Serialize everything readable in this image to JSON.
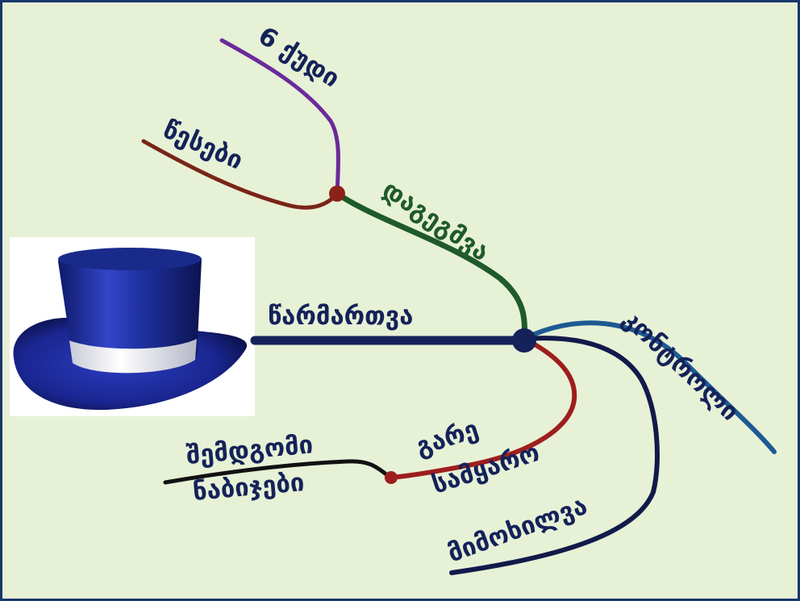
{
  "diagram": {
    "center": {
      "label": "წარმართვა",
      "color": "#14225a"
    },
    "branches": [
      {
        "id": "plan",
        "label": "დაგეგმვა",
        "color": "#1f5a2b"
      },
      {
        "id": "hats",
        "label": "6 ქუდი",
        "color": "#6b2a9a"
      },
      {
        "id": "rules",
        "label": "წესები",
        "color": "#7a2418"
      },
      {
        "id": "control",
        "label": "კონტროლი",
        "color": "#1d5a94"
      },
      {
        "id": "overview",
        "label": "მიმოხილვა",
        "color": "#121a4a"
      },
      {
        "id": "outside",
        "label_line1": "გარე",
        "label_line2": "სამყარო",
        "color": "#9e1e1e"
      },
      {
        "id": "next",
        "label_line1": "შემდგომი",
        "label_line2": "ნაბიჯები",
        "color": "#111111"
      }
    ],
    "image": {
      "name": "blue-top-hat",
      "colors": {
        "hat": "#1e2f9c",
        "band": "#ffffff"
      }
    },
    "background": "#e7f1d6",
    "border_color": "#16376b"
  }
}
